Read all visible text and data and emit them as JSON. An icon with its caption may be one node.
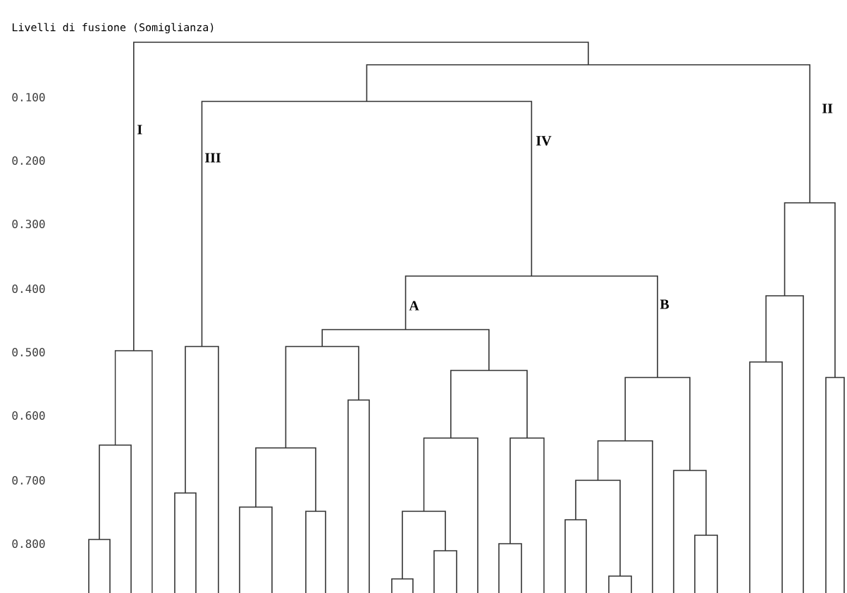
{
  "diagram": {
    "title": "Livelli di fusione (Somiglianza)",
    "labels": [
      "0.100",
      "II",
      "I",
      "IV",
      "0.200",
      "III",
      "0.300",
      "0.400",
      "A",
      "B",
      "0.500",
      "0.600",
      "0.700",
      "0.800"
    ]
  }
}
